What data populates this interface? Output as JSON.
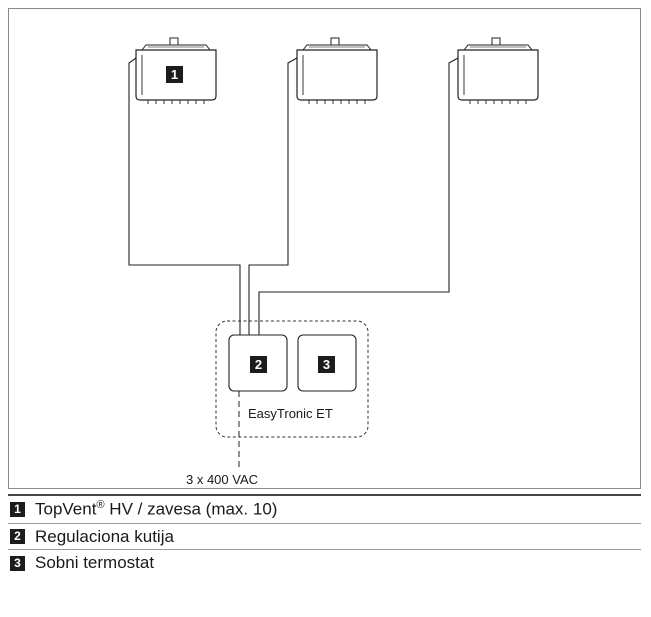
{
  "diagram": {
    "badges": {
      "unit": "1",
      "control_box": "2",
      "thermostat": "3"
    },
    "controller_label": "EasyTronic ET",
    "supply_label": "3 x 400 VAC"
  },
  "legend": [
    {
      "number": "1",
      "text_before": "TopVent",
      "superscript": "®",
      "text_after": " HV / zavesa (max. 10)"
    },
    {
      "number": "2",
      "text_before": "Regulaciona kutija",
      "superscript": "",
      "text_after": ""
    },
    {
      "number": "3",
      "text_before": "Sobni termostat",
      "superscript": "",
      "text_after": ""
    }
  ]
}
